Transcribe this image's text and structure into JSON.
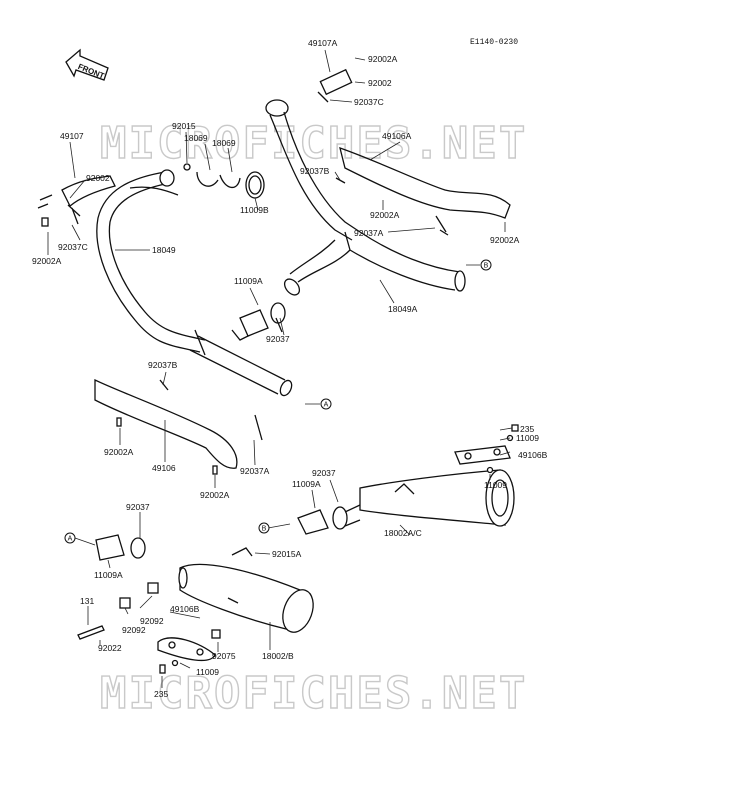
{
  "diagram_code": "E1140-0230",
  "front_arrow": "FRONT",
  "watermark": "MICROFICHES.NET",
  "labels": [
    {
      "id": "49107A",
      "t": "49107A"
    },
    {
      "id": "92002A_t",
      "t": "92002A"
    },
    {
      "id": "92002_t",
      "t": "92002"
    },
    {
      "id": "92037C_t",
      "t": "92037C"
    },
    {
      "id": "49107",
      "t": "49107"
    },
    {
      "id": "92015",
      "t": "92015"
    },
    {
      "id": "18069a",
      "t": "18069"
    },
    {
      "id": "18069b",
      "t": "18069"
    },
    {
      "id": "92002_l",
      "t": "92002"
    },
    {
      "id": "92037C_l",
      "t": "92037C"
    },
    {
      "id": "92002A_l",
      "t": "92002A"
    },
    {
      "id": "11009B",
      "t": "11009B"
    },
    {
      "id": "18049",
      "t": "18049"
    },
    {
      "id": "49106A",
      "t": "49106A"
    },
    {
      "id": "92037B_r",
      "t": "92037B"
    },
    {
      "id": "92002A_r1",
      "t": "92002A"
    },
    {
      "id": "92037A_r",
      "t": "92037A"
    },
    {
      "id": "92002A_r2",
      "t": "92002A"
    },
    {
      "id": "11009A_m",
      "t": "11009A"
    },
    {
      "id": "92037_m",
      "t": "92037"
    },
    {
      "id": "18049A",
      "t": "18049A"
    },
    {
      "id": "92037B_l",
      "t": "92037B"
    },
    {
      "id": "92002A_ml",
      "t": "92002A"
    },
    {
      "id": "49106",
      "t": "49106"
    },
    {
      "id": "92037A_m",
      "t": "92037A"
    },
    {
      "id": "92002A_mb",
      "t": "92002A"
    },
    {
      "id": "235_r",
      "t": "235"
    },
    {
      "id": "11009_r1",
      "t": "11009"
    },
    {
      "id": "49106B_r",
      "t": "49106B"
    },
    {
      "id": "11009_r2",
      "t": "11009"
    },
    {
      "id": "92037_c",
      "t": "92037"
    },
    {
      "id": "11009A_c",
      "t": "11009A"
    },
    {
      "id": "18002AC",
      "t": "18002A/C"
    },
    {
      "id": "92037_bl",
      "t": "92037"
    },
    {
      "id": "11009A_bl",
      "t": "11009A"
    },
    {
      "id": "92015A",
      "t": "92015A"
    },
    {
      "id": "131",
      "t": "131"
    },
    {
      "id": "49106B_b",
      "t": "49106B"
    },
    {
      "id": "92092a",
      "t": "92092"
    },
    {
      "id": "92092b",
      "t": "92092"
    },
    {
      "id": "92022",
      "t": "92022"
    },
    {
      "id": "92075",
      "t": "92075"
    },
    {
      "id": "18002B",
      "t": "18002/B"
    },
    {
      "id": "11009_b",
      "t": "11009"
    },
    {
      "id": "235_b",
      "t": "235"
    }
  ],
  "refs": {
    "A": "A",
    "B": "B"
  }
}
